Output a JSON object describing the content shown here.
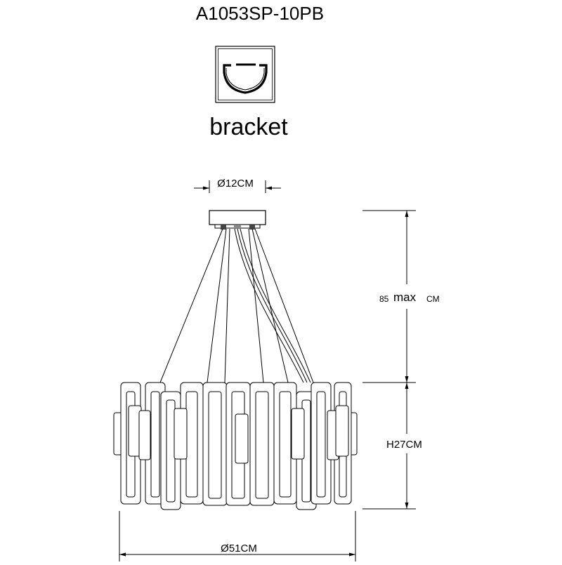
{
  "model_code": "A1053SP-10PB",
  "bracket": {
    "label": "bracket",
    "icon": "bracket-mount-icon"
  },
  "dimensions": {
    "canopy_diameter": "Ø12CM",
    "suspension_value": "85",
    "suspension_word": "max",
    "suspension_unit": "CM",
    "body_height": "H27CM",
    "body_diameter": "Ø51CM"
  },
  "colors": {
    "line": "#000000",
    "background": "#ffffff"
  }
}
